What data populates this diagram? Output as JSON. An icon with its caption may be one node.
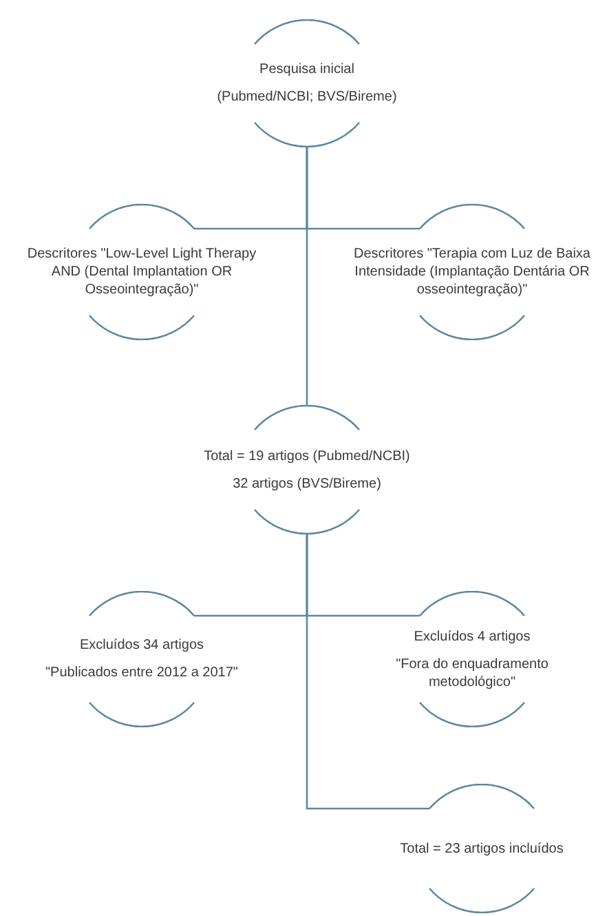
{
  "diagram": {
    "nodes": [
      {
        "text": [
          "Pesquisa inicial",
          "(Pubmed/NCBI; BVS/Bireme)"
        ]
      },
      {
        "text": [
          "Descritores \"Low-Level Light Therapy AND (Dental Implantation OR Osseointegração)\""
        ]
      },
      {
        "text": [
          "Descritores \"Terapia com Luz de Baixa Intensidade (Implantação Dentária OR osseointegração)\""
        ]
      },
      {
        "text": [
          "Total = 19 artigos (Pubmed/NCBI)",
          "32 artigos (BVS/Bireme)"
        ]
      },
      {
        "text": [
          "Excluídos 34 artigos",
          "\"Publicados entre 2012 a 2017\""
        ]
      },
      {
        "text": [
          "Excluídos 4 artigos",
          "\"Fora do enquadramento metodológico\""
        ]
      },
      {
        "text": [
          "Total = 23 artigos incluídos"
        ]
      }
    ],
    "edges": [
      {
        "from": 0,
        "to": 1,
        "arrow": "none"
      },
      {
        "from": 0,
        "to": 2,
        "arrow": "none"
      },
      {
        "from": 0,
        "to": 3,
        "arrow": "none"
      },
      {
        "from": 3,
        "to": 4,
        "arrow": "none"
      },
      {
        "from": 3,
        "to": 5,
        "arrow": "none"
      },
      {
        "from": 3,
        "to": 6,
        "arrow": "none"
      }
    ]
  }
}
